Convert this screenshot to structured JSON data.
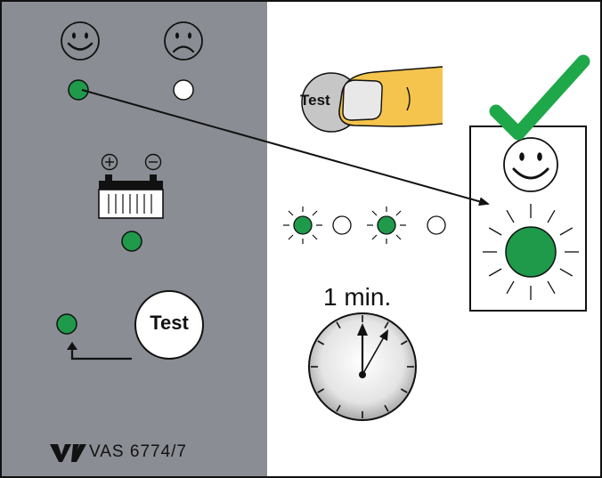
{
  "device": {
    "model_label": "VAS 6774/7",
    "logo_text": "VW",
    "test_button_label": "Test",
    "status_led": "green",
    "battery_led": "green",
    "test_led": "green",
    "icons": [
      "happy-face-icon",
      "sad-face-icon",
      "battery-icon",
      "plus-terminal-icon",
      "minus-terminal-icon",
      "return-arrow-icon"
    ]
  },
  "instruction": {
    "finger_button_label": "Test",
    "blink_sequence": [
      "blink",
      "off",
      "blink",
      "off"
    ],
    "duration_label": "1 min.",
    "result_icons": [
      "checkmark-icon",
      "happy-face-icon",
      "glowing-green-led"
    ]
  },
  "colors": {
    "panel_gray": "#8a8d93",
    "led_green": "#1e9a4a",
    "check_green": "#1fa84a",
    "finger_yellow": "#f5c44d",
    "button_gray": "#c6c6c6"
  }
}
